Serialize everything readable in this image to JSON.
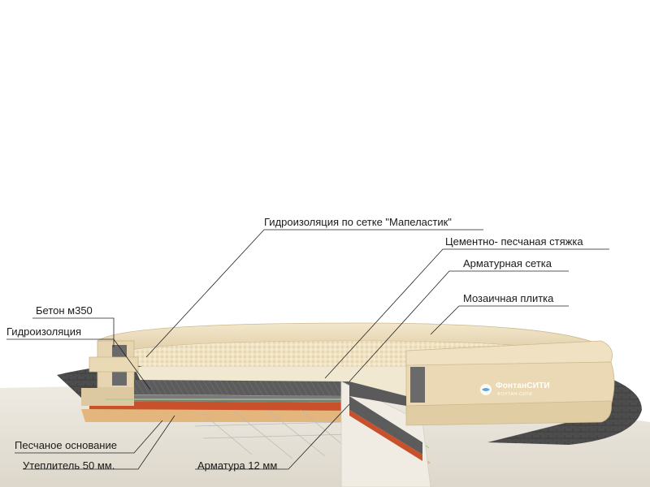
{
  "labels": {
    "waterproofing_mesh": "Гидроизоляция по сетке \"Мапеластик\"",
    "cement_screed": "Цементно- песчаная стяжка",
    "rebar_mesh": "Арматурная сетка",
    "mosaic_tile": "Мозаичная плитка",
    "concrete": "Бетон м350",
    "waterproofing": "Гидроизоляция",
    "sand_base": "Песчаное основание",
    "insulation": "Утеплитель 50 мм.",
    "rebar": "Арматура 12 мм"
  },
  "logo": {
    "name": "ФонтанСИТИ",
    "sub": "ФОНТАН-СИТИ"
  },
  "colors": {
    "stone": "#e8d8b6",
    "screed": "#5a5a5a",
    "insulation_red": "#c8502a",
    "sand": "#e2b67c",
    "paving": "#4a4a4a",
    "ground": "#e8e4dc",
    "rebar_green": "#9fd08a"
  }
}
